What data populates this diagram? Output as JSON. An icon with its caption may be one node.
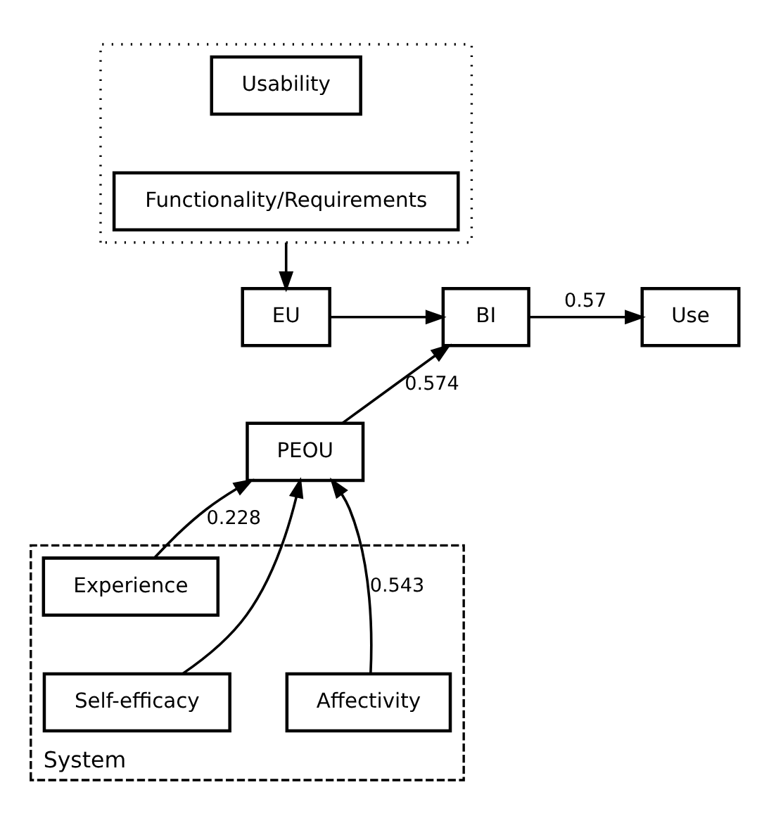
{
  "diagram": {
    "nodes": [
      {
        "text": [],
        "shape": "box"
      },
      {
        "text": [
          "Usability"
        ],
        "in": 0
      },
      {
        "text": [
          "Functionality/Requirements"
        ],
        "in": 0
      },
      {
        "text": [
          "EU"
        ]
      },
      {
        "text": [
          "BI"
        ]
      },
      {
        "text": [
          "Use"
        ]
      },
      {
        "text": [
          "PEOU"
        ]
      },
      {
        "text": [
          "System"
        ]
      },
      {
        "text": [
          "Experience"
        ],
        "in": 7
      },
      {
        "text": [
          "Self-efficacy"
        ],
        "in": 7
      },
      {
        "text": [
          "Affectivity"
        ],
        "in": 7
      }
    ],
    "edges": [
      {
        "from": 0,
        "to": 3,
        "arrow": "to"
      },
      {
        "from": 3,
        "to": 4,
        "arrow": "to"
      },
      {
        "from": 4,
        "to": 5,
        "arrow": "to",
        "label": "0.57"
      },
      {
        "from": 6,
        "to": 4,
        "arrow": "to",
        "label": "0.574"
      },
      {
        "from": 8,
        "to": 6,
        "arrow": "to",
        "label": "0.228"
      },
      {
        "from": 9,
        "to": 6,
        "arrow": "to"
      },
      {
        "from": 10,
        "to": 6,
        "arrow": "to",
        "label": "0.543"
      }
    ]
  }
}
